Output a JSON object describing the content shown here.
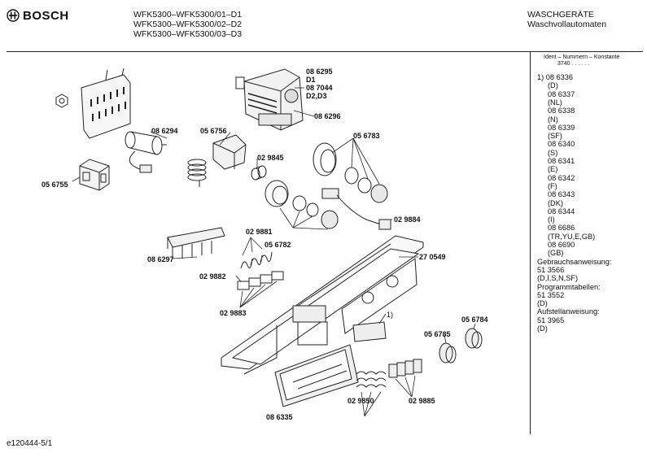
{
  "header": {
    "brand": "BOSCH",
    "models": [
      "WFK5300–WFK5300/01–D1",
      "WFK5300–WFK5300/02–D2",
      "WFK5300–WFK5300/03–D3"
    ],
    "category": "WASCHGERÄTE",
    "subcategory": "Waschvollautomaten"
  },
  "side_panel": {
    "ident_header": "Ident – Nummern – Konstante",
    "constant": "3740  .  .  .  .  .  .",
    "lines": [
      "1)  08 6336",
      "(D)",
      "08 6337",
      "(NL)",
      "08 6338",
      "(N)",
      "08 6339",
      "(SF)",
      "08 6340",
      "(S)",
      "08 6341",
      "(E)",
      "08 6342",
      "(F)",
      "08 6343",
      "(DK)",
      "08 6344",
      "(I)",
      "08 6686",
      "(TR,YU,E,GB)",
      "08 6690",
      "(GB)",
      "Gebrauchsanweisung:",
      "51 3566",
      "(D,I,S,N,SF)",
      "Programmtabellen:",
      "51 3552",
      "(D)",
      "Aufstellanweisung:",
      "51 3965",
      "(D)"
    ]
  },
  "part_labels": {
    "p086295": "08 6295",
    "d1": "D1",
    "p087044": "08 7044",
    "d2d3": "D2,D3",
    "p086296": "08 6296",
    "p086294": "08 6294",
    "p056756": "05 6756",
    "p056755": "05 6755",
    "p029845": "02 9845",
    "p056783": "05 6783",
    "p029884": "02 9884",
    "p056782": "05 6782",
    "p029881": "02 9881",
    "p086297": "08 6297",
    "p270549": "27 0549",
    "p029882": "02 9882",
    "p029883": "02 9883",
    "note1": "1)",
    "p056785": "05 6785",
    "p056784": "05 6784",
    "p029850": "02 9850",
    "p029885": "02 9885",
    "p086335": "08 6335"
  },
  "footer": {
    "doc_id": "e120444-5/1"
  }
}
